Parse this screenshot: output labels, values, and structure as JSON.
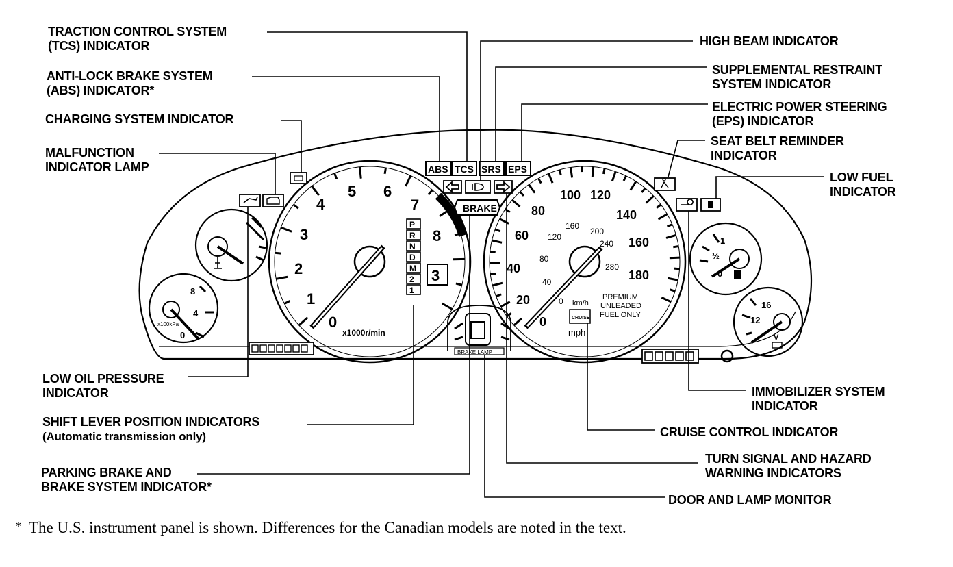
{
  "labels": {
    "tcs": [
      "TRACTION CONTROL SYSTEM",
      "(TCS) INDICATOR"
    ],
    "abs": [
      "ANTI-LOCK BRAKE SYSTEM",
      "(ABS) INDICATOR*"
    ],
    "charging": [
      "CHARGING SYSTEM INDICATOR"
    ],
    "mil": [
      "MALFUNCTION",
      "INDICATOR LAMP"
    ],
    "high_beam": [
      "HIGH BEAM INDICATOR"
    ],
    "srs": [
      "SUPPLEMENTAL RESTRAINT",
      "SYSTEM INDICATOR"
    ],
    "eps": [
      "ELECTRIC POWER STEERING",
      "(EPS) INDICATOR"
    ],
    "seat_belt": [
      "SEAT BELT REMINDER",
      "INDICATOR"
    ],
    "low_fuel": [
      "LOW FUEL",
      "INDICATOR"
    ],
    "oil": [
      "LOW OIL PRESSURE",
      "INDICATOR"
    ],
    "shift": [
      "SHIFT LEVER POSITION INDICATORS",
      "(Automatic transmission only)"
    ],
    "parking": [
      "PARKING BRAKE AND",
      "BRAKE SYSTEM INDICATOR*"
    ],
    "immobilizer": [
      "IMMOBILIZER SYSTEM",
      "INDICATOR"
    ],
    "cruise": [
      "CRUISE CONTROL INDICATOR"
    ],
    "turn": [
      "TURN SIGNAL AND HAZARD",
      "WARNING INDICATORS"
    ],
    "door": [
      "DOOR AND LAMP MONITOR"
    ]
  },
  "footnote": {
    "mark": "*",
    "text": "The U.S. instrument panel is shown. Differences for the Canadian models are noted in the text."
  },
  "panel": {
    "indicators": [
      "ABS",
      "TCS",
      "SRS",
      "EPS",
      "BRAKE"
    ],
    "tach_numbers": [
      "0",
      "1",
      "2",
      "3",
      "4",
      "5",
      "6",
      "7",
      "8"
    ],
    "tach_unit": "x1000r/min",
    "shift_letters": [
      "P",
      "R",
      "N",
      "D",
      "M",
      "2",
      "1"
    ],
    "gear_display": "3",
    "speed_mph": [
      "0",
      "20",
      "40",
      "60",
      "80",
      "100",
      "120",
      "140",
      "160",
      "180"
    ],
    "speed_kmh": [
      "40",
      "80",
      "120",
      "160",
      "200",
      "240",
      "280"
    ],
    "speed_zero_inner": "0",
    "kmh_label": "km/h",
    "mph_label": "mph",
    "cruise_box": "CRUISE",
    "fuel_note": [
      "PREMIUM",
      "UNLEADED",
      "FUEL ONLY"
    ],
    "oil_gauge": [
      "8",
      "4",
      "0"
    ],
    "oil_unit": "x100kPa",
    "fuel_gauge": [
      "1",
      "½",
      "0"
    ],
    "volt_gauge": [
      "16",
      "12"
    ],
    "volt_unit": "V",
    "door_lamp_caption": "BRAKE LAMP"
  }
}
